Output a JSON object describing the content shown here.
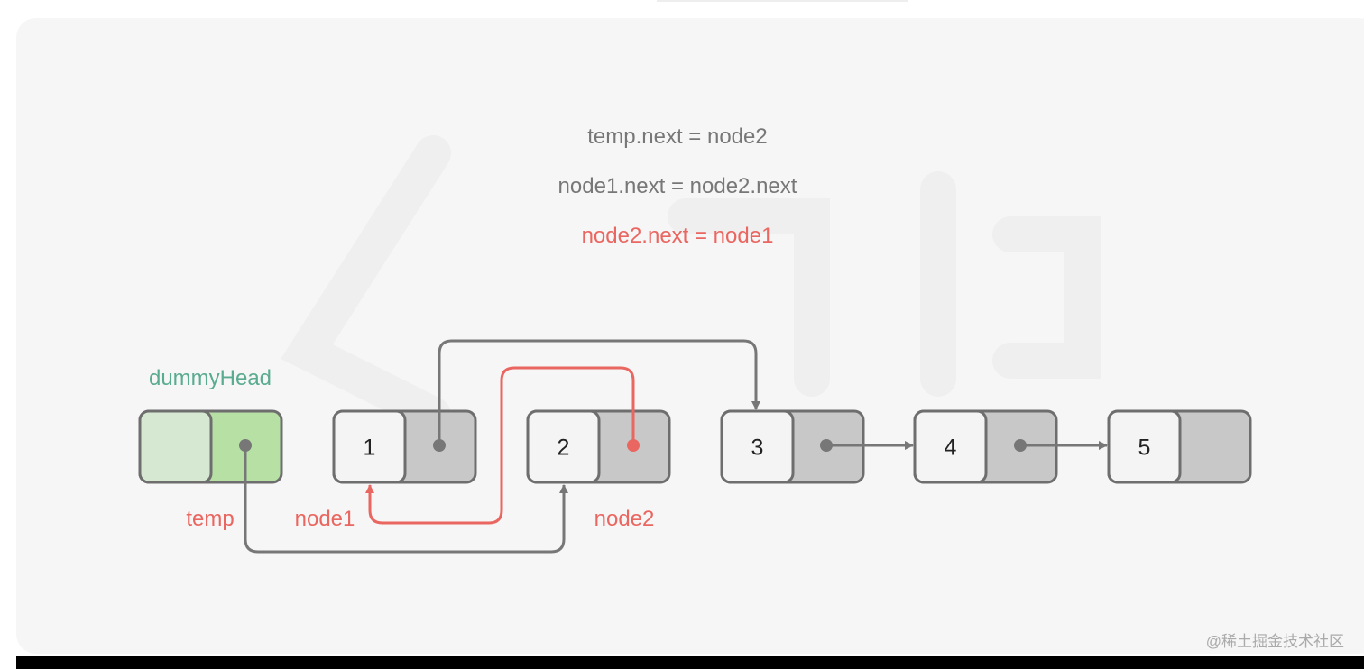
{
  "code_lines": [
    {
      "text": "temp.next = node2",
      "highlight": false
    },
    {
      "text": "node1.next = node2.next",
      "highlight": false
    },
    {
      "text": "node2.next = node1",
      "highlight": true
    }
  ],
  "nodes": [
    {
      "value": "",
      "label": "dummyHead"
    },
    {
      "value": "1"
    },
    {
      "value": "2"
    },
    {
      "value": "3"
    },
    {
      "value": "4"
    },
    {
      "value": "5"
    }
  ],
  "pointer_labels": {
    "temp": "temp",
    "node1": "node1",
    "node2": "node2"
  },
  "credit": "@稀土掘金技术社区",
  "colors": {
    "gray": "#777777",
    "red": "#ea6660",
    "green": "#5aab8f",
    "box_border": "#6e6e6e",
    "ptr_fill": "#c8c8c8",
    "val_fill": "#f4f4f4",
    "dummy_val": "#d6e8d2",
    "dummy_ptr": "#b6e0a4"
  }
}
